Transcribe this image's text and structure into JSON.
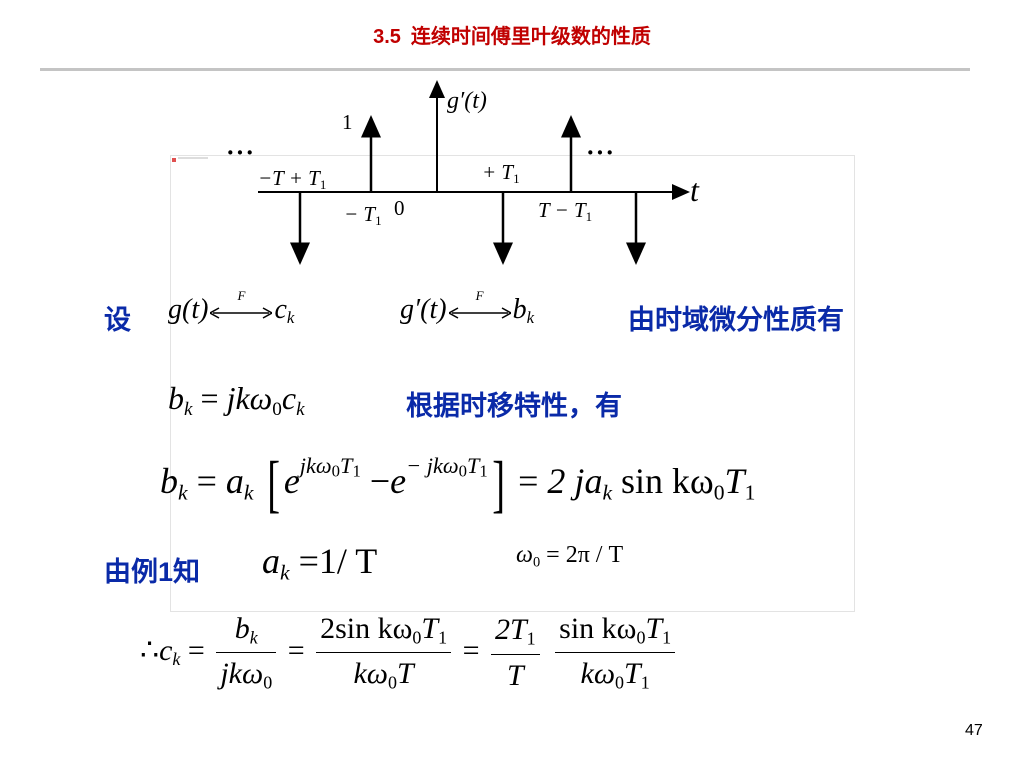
{
  "header": {
    "section_number": "3.5",
    "title": "连续时间傅里叶级数的性质"
  },
  "diagram": {
    "y_axis_label": "g′(t)",
    "x_axis_label": "t",
    "amplitude_label": "1",
    "origin_label": "0",
    "ellipsis": "···",
    "ticks": {
      "neg_T_plus_T1": "−T + T",
      "neg_T1": "− T",
      "pos_T1": "+ T",
      "T_minus_T1": "T − T",
      "subscript_one": "1"
    }
  },
  "text": {
    "let": "设",
    "by_differentiation": "由时域微分性质有",
    "by_time_shift": "根据时移特性，有",
    "from_example": "由例",
    "example_number": "1",
    "know": "知"
  },
  "math": {
    "fourier_symbol": "F",
    "g_t": "g(t)",
    "g_prime_t": "g′(t)",
    "ck": "c",
    "bk": "b",
    "k": "k",
    "eq1_rhs": "jkω",
    "zero": "0",
    "one": "1",
    "a": "a",
    "e": "e",
    "exp_pos": "jkω",
    "exp_neg": "− jkω",
    "T": "T",
    "two_j": "2 j",
    "sin_kw": "sin kω",
    "one_over_T": "1/ T",
    "omega0_eq": "ω",
    "omega0_rhs": "= 2π / T",
    "therefore": "∴",
    "equals": "=",
    "minus": "−",
    "two_sin_kw": "2sin kω",
    "kw": "kω",
    "two_T": "2T",
    "jkw": "jkω"
  },
  "footer": {
    "page_number": "47"
  },
  "colors": {
    "accent_text": "#0a2aa8",
    "title_number": "#c00000",
    "rule": "#c4c4c4"
  }
}
